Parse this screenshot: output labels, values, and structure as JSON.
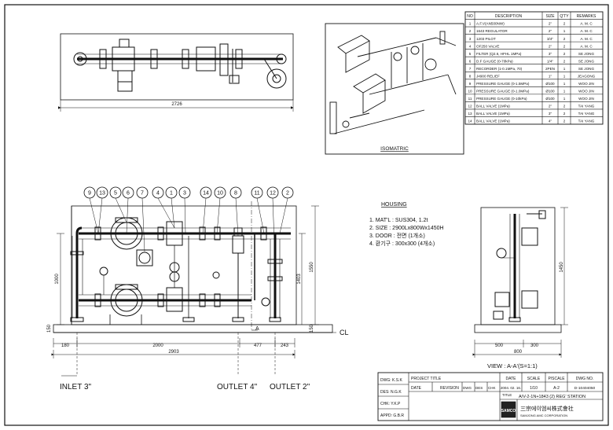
{
  "parts_table": {
    "headers": [
      "NO",
      "DESCRIPTION",
      "SIZE",
      "Q'TY",
      "REMARKS"
    ],
    "rows": [
      [
        "1",
        "A.F.V(AN500NW)",
        "2\"",
        "2",
        "A. M. C"
      ],
      [
        "2",
        "1643 REGULATOR",
        "2\"",
        "1",
        "A. M. C"
      ],
      [
        "3",
        "1203 PILOT",
        "3/4\"",
        "2",
        "A. M. C"
      ],
      [
        "4",
        "OF250 VALVE",
        "2\"",
        "2",
        "A. M. C"
      ],
      [
        "5",
        "FILTER (Q2.6, HFHL 1MPa)",
        "3\"",
        "2",
        "SE JONG"
      ],
      [
        "6",
        "D.F GAUGE (0-70kPa)",
        "1/4\"",
        "2",
        "SE JONG"
      ],
      [
        "7",
        "RECORDER (1-0.1MPa, 70)",
        "2PEN",
        "1",
        "SE JONG"
      ],
      [
        "8",
        "J4900 RELIEF",
        "1\"",
        "1",
        "JEAGONG"
      ],
      [
        "9",
        "PRESSURE GAUGE (0-1.5MPa)",
        "Ø100",
        "1",
        "WOO JIN"
      ],
      [
        "10",
        "PRESSURE GAUGE (0-1.0MPa)",
        "Ø100",
        "1",
        "WOO JIN"
      ],
      [
        "11",
        "PRESSURE GAUGE (0-10kPa)",
        "Ø100",
        "1",
        "WOO JIN"
      ],
      [
        "12",
        "BALL VALVE (1MPa)",
        "2\"",
        "2",
        "TAI YANG"
      ],
      [
        "13",
        "BALL VALVE (1MPa)",
        "3\"",
        "2",
        "TAI YANG"
      ],
      [
        "14",
        "BALL VALVE (1MPa)",
        "4\"",
        "2",
        "TAI YANG"
      ]
    ]
  },
  "isometric_label": "ISOMATRIC",
  "top_dim": "2726",
  "balloons": [
    "9",
    "13",
    "5",
    "6",
    "7",
    "4",
    "1",
    "3",
    "14",
    "10",
    "8",
    "11",
    "12",
    "2"
  ],
  "housing": {
    "title": "HOUSING",
    "notes": [
      "1. MAT'L : SUS304, 1.2t",
      "2. SIZE : 2900Lx800Wx1450H",
      "3. DOOR : 전면 (1개소)",
      "4. 환기구 : 300x300 (4개소)"
    ]
  },
  "front_dims": {
    "bottom": [
      "180",
      "2000",
      "477",
      "243"
    ],
    "total": "2903",
    "left_height": "1000",
    "left_base": "150",
    "right_a": "1403",
    "right_b": "1550",
    "right_base": "150"
  },
  "cl_label": "CL",
  "section_mark": "A",
  "side_view": {
    "caption": "VIEW : A-A'(S=1:1)",
    "dims": [
      "500",
      "300"
    ],
    "total": "800",
    "height": "1450"
  },
  "connections": [
    "INLET 3\"",
    "OUTLET 4\"",
    "OUTLET 2\""
  ],
  "title_block": {
    "left_rows": [
      "DWG: K.S.K",
      "DES: N.G.K",
      "CHK: Y.K.P",
      "APPD: G.B.R"
    ],
    "project": "PROJECT TITLE",
    "rev_headers": [
      "DATE",
      "REVISION",
      "DWG",
      "DES",
      "CHK"
    ],
    "col_headers": [
      "DATE",
      "SCALE",
      "P/SCALE",
      "DWG NO."
    ],
    "col_values": [
      "2004. 02. 16.",
      "1/10",
      "A-2",
      "D-10404050"
    ],
    "title_label": "TITLE",
    "title_text": "A/V-2-1N+1843 (2) REG' STATION",
    "logo_text": "SAMCO",
    "company": "三宗에이엠씨株式會社",
    "company_sub": "SAMJONG AMC CORPORATION"
  }
}
